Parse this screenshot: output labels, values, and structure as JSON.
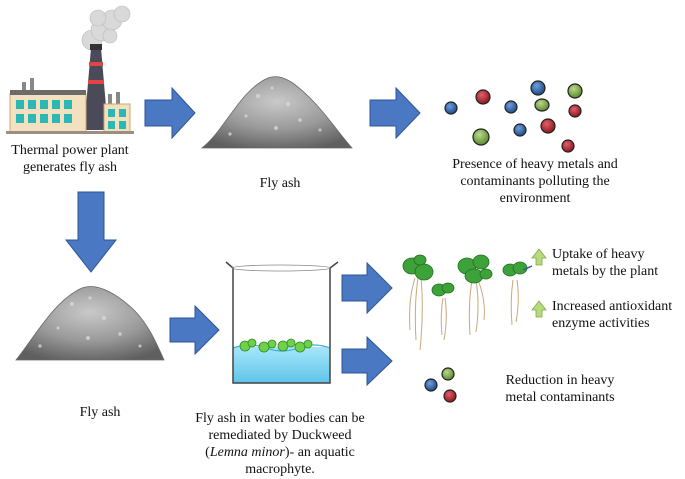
{
  "labels": {
    "power_plant": [
      "Thermal power plant",
      "generates fly ash"
    ],
    "fly_ash_top": "Fly ash",
    "pollution": [
      "Presence of heavy metals and",
      "contaminants polluting the",
      "environment"
    ],
    "fly_ash_bottom": "Fly ash",
    "remediation": {
      "line1": "Fly ash in water bodies can be",
      "line2": "remediated by Duckweed",
      "line3_open": "(",
      "line3_italic": "Lemna minor",
      "line3_rest": ")- an aquatic",
      "line4": "macrophyte."
    },
    "uptake": [
      "Uptake of heavy",
      "metals by the plant"
    ],
    "antioxidant": [
      "Increased antioxidant",
      "enzyme activities"
    ],
    "reduction": [
      "Reduction in heavy",
      "metal contaminants"
    ]
  },
  "colors": {
    "arrow_fill": "#4a78c2",
    "arrow_stroke": "#2f5597",
    "metal_blue": "#2d5b9e",
    "metal_red": "#b0232b",
    "metal_green": "#7ea64a",
    "up_arrow": "#b9db7e",
    "water": "#86d8f2",
    "ash": "#8e8e8e",
    "plant": "#3ea23a"
  },
  "icons": [
    "factory-icon",
    "ash-pile-icon",
    "beaker-icon",
    "duckweed-icon",
    "metal-particle-icon",
    "up-arrow-icon",
    "block-arrow-icon"
  ]
}
